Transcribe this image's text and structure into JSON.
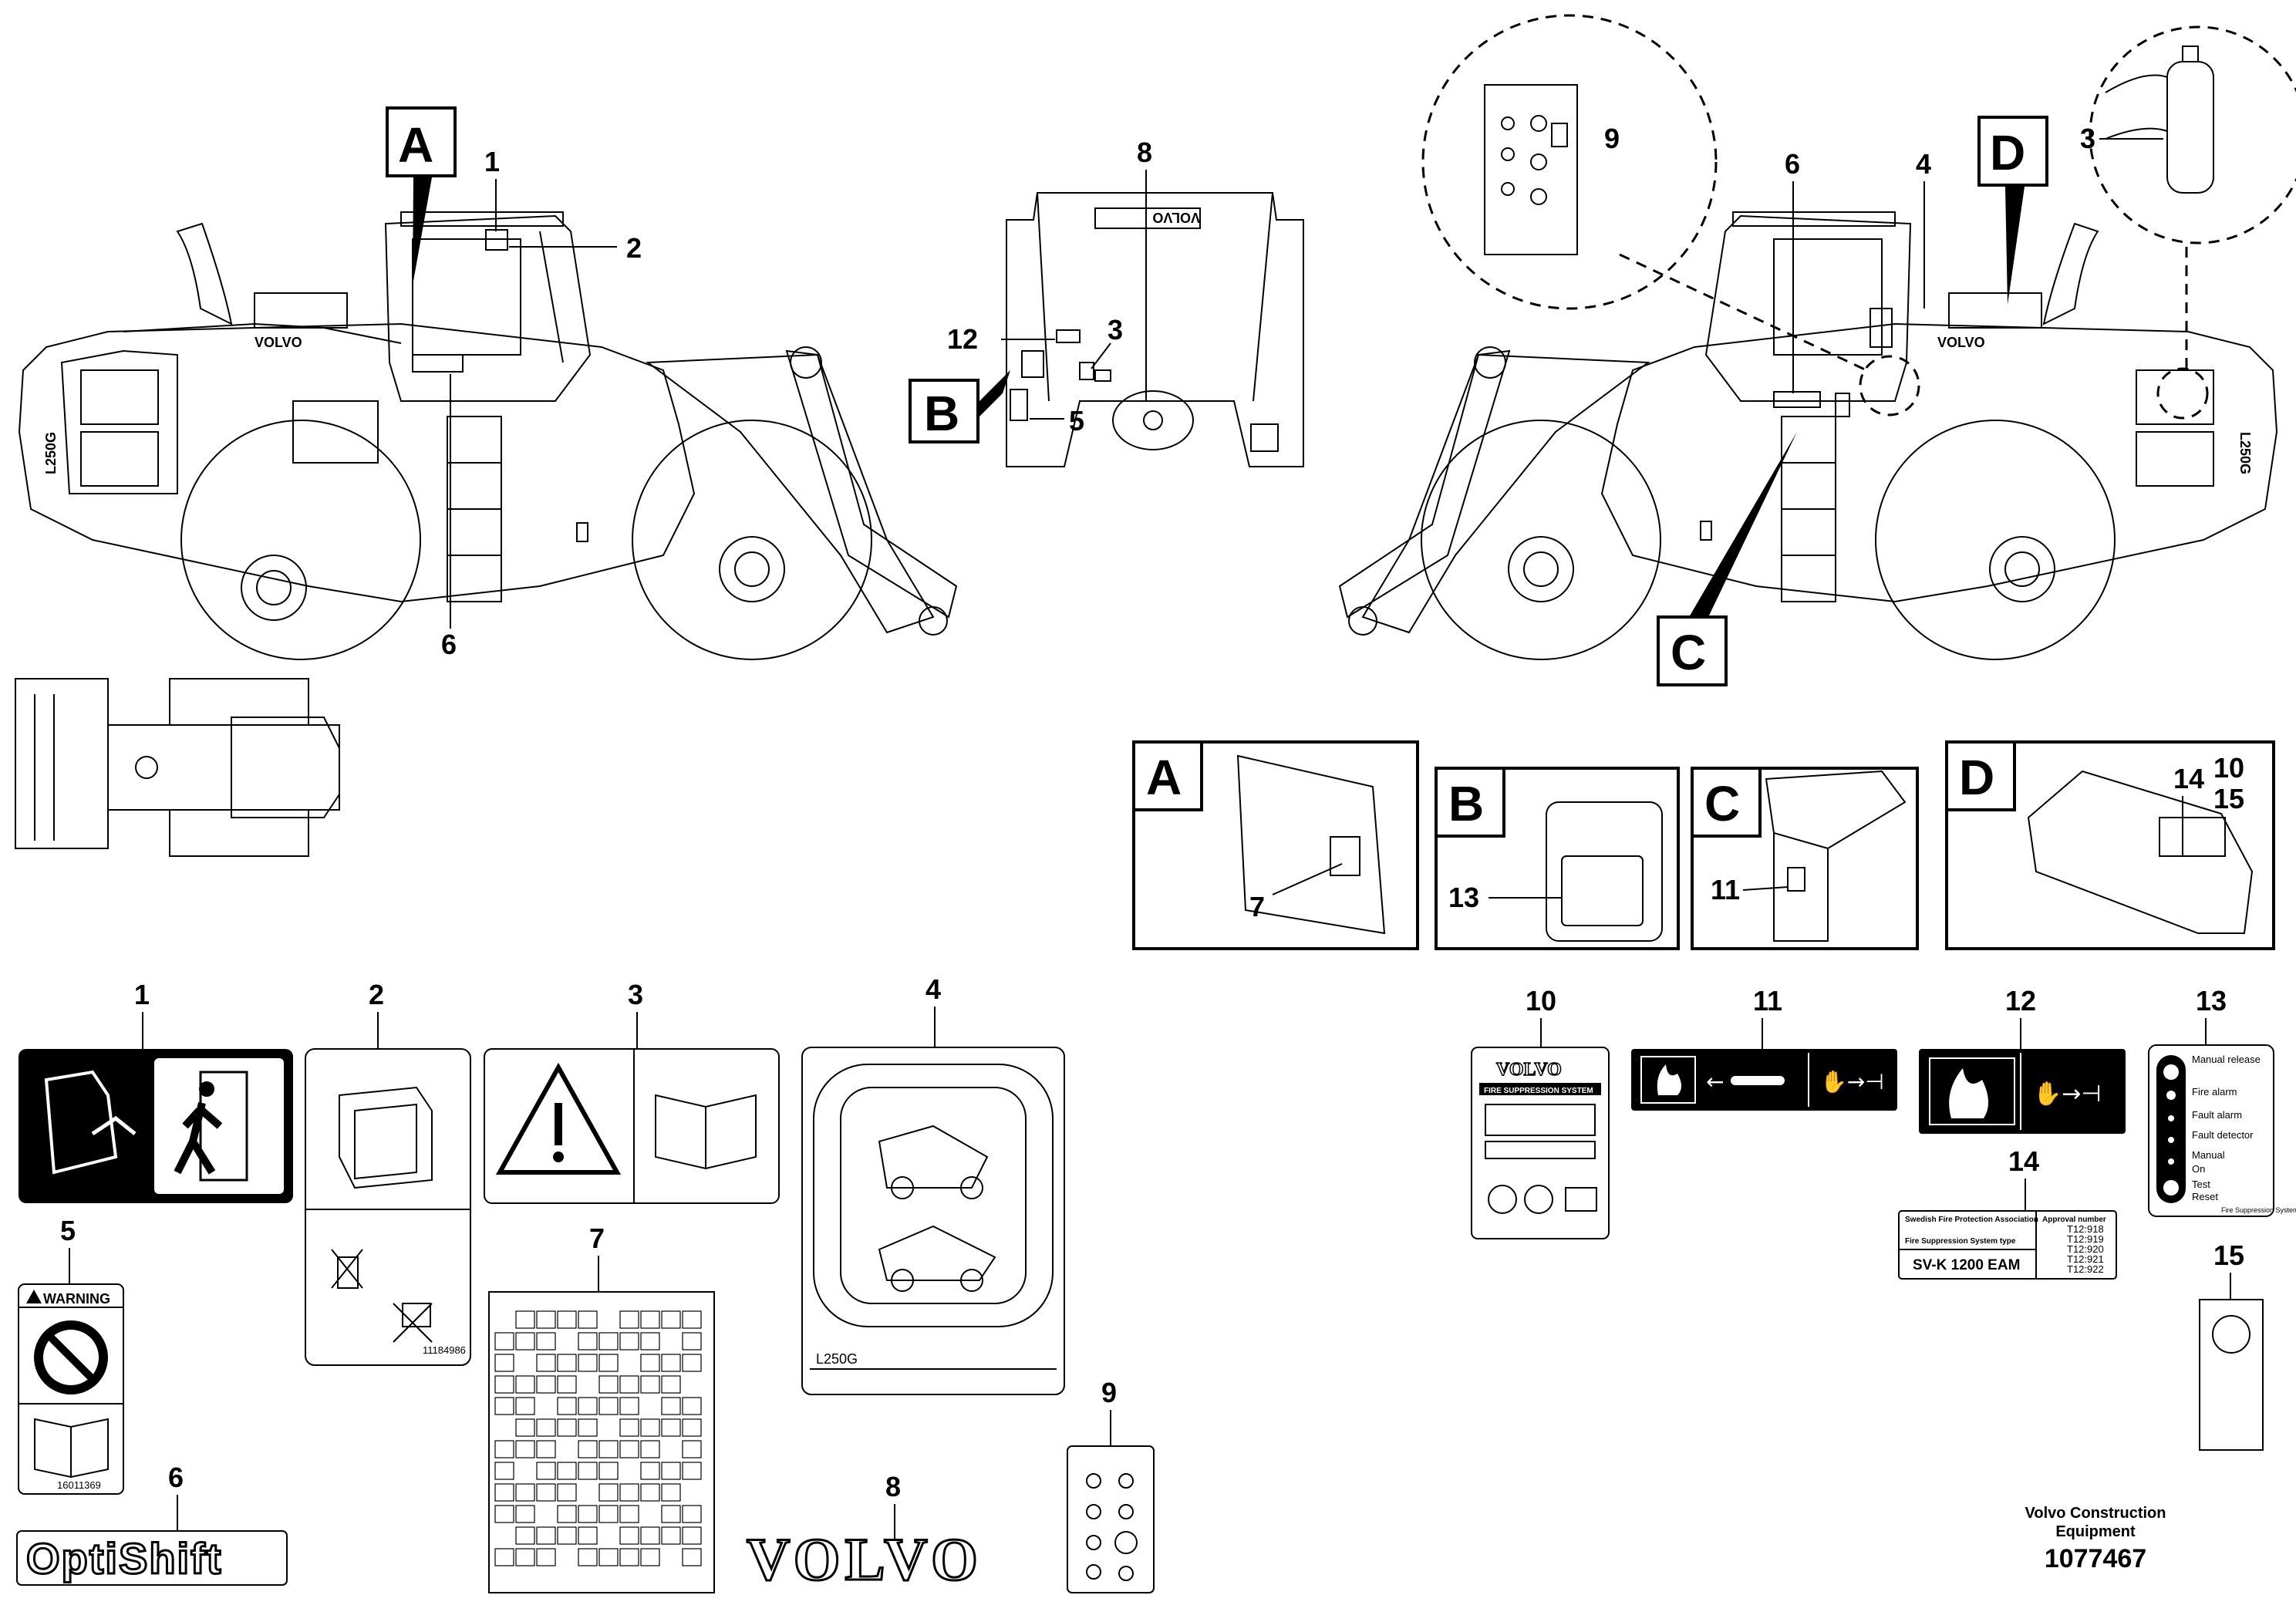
{
  "view_letters": {
    "a": "A",
    "b": "B",
    "c": "C",
    "d": "D"
  },
  "callouts": {
    "n1": "1",
    "n2": "2",
    "n3": "3",
    "n4": "4",
    "n5": "5",
    "n6": "6",
    "n7": "7",
    "n8": "8",
    "n9": "9",
    "n10": "10",
    "n11": "11",
    "n12": "12",
    "n13": "13",
    "n14": "14",
    "n15": "15"
  },
  "machine": {
    "brand": "VOLVO",
    "model": "L250G"
  },
  "decals": {
    "warning_title": "WARNING",
    "warning_code": "16011369",
    "decal2_code": "11184986",
    "optishift": "OptiShift",
    "volvo_logo": "VOLVO",
    "decal4_model": "L250G",
    "decal10_title": "FIRE SUPPRESSION SYSTEM",
    "decal10_brand": "VOLVO",
    "decal13_labels": [
      "Manual release",
      "Fire alarm",
      "Fault alarm",
      "Fault detector",
      "Manual",
      "On",
      "Test",
      "Reset"
    ],
    "decal13_footer": "Fire Suppression System",
    "decal14_line1": "Swedish Fire Protection Association",
    "decal14_line2": "Fire Suppression System type",
    "decal14_approval": "Approval number",
    "decal14_numbers": [
      "T12:918",
      "T12:919",
      "T12:920",
      "T12:921",
      "T12:922"
    ],
    "decal14_type": "SV-K 1200 EAM"
  },
  "footer": {
    "company_line1": "Volvo Construction",
    "company_line2": "Equipment",
    "doc_number": "1077467"
  }
}
